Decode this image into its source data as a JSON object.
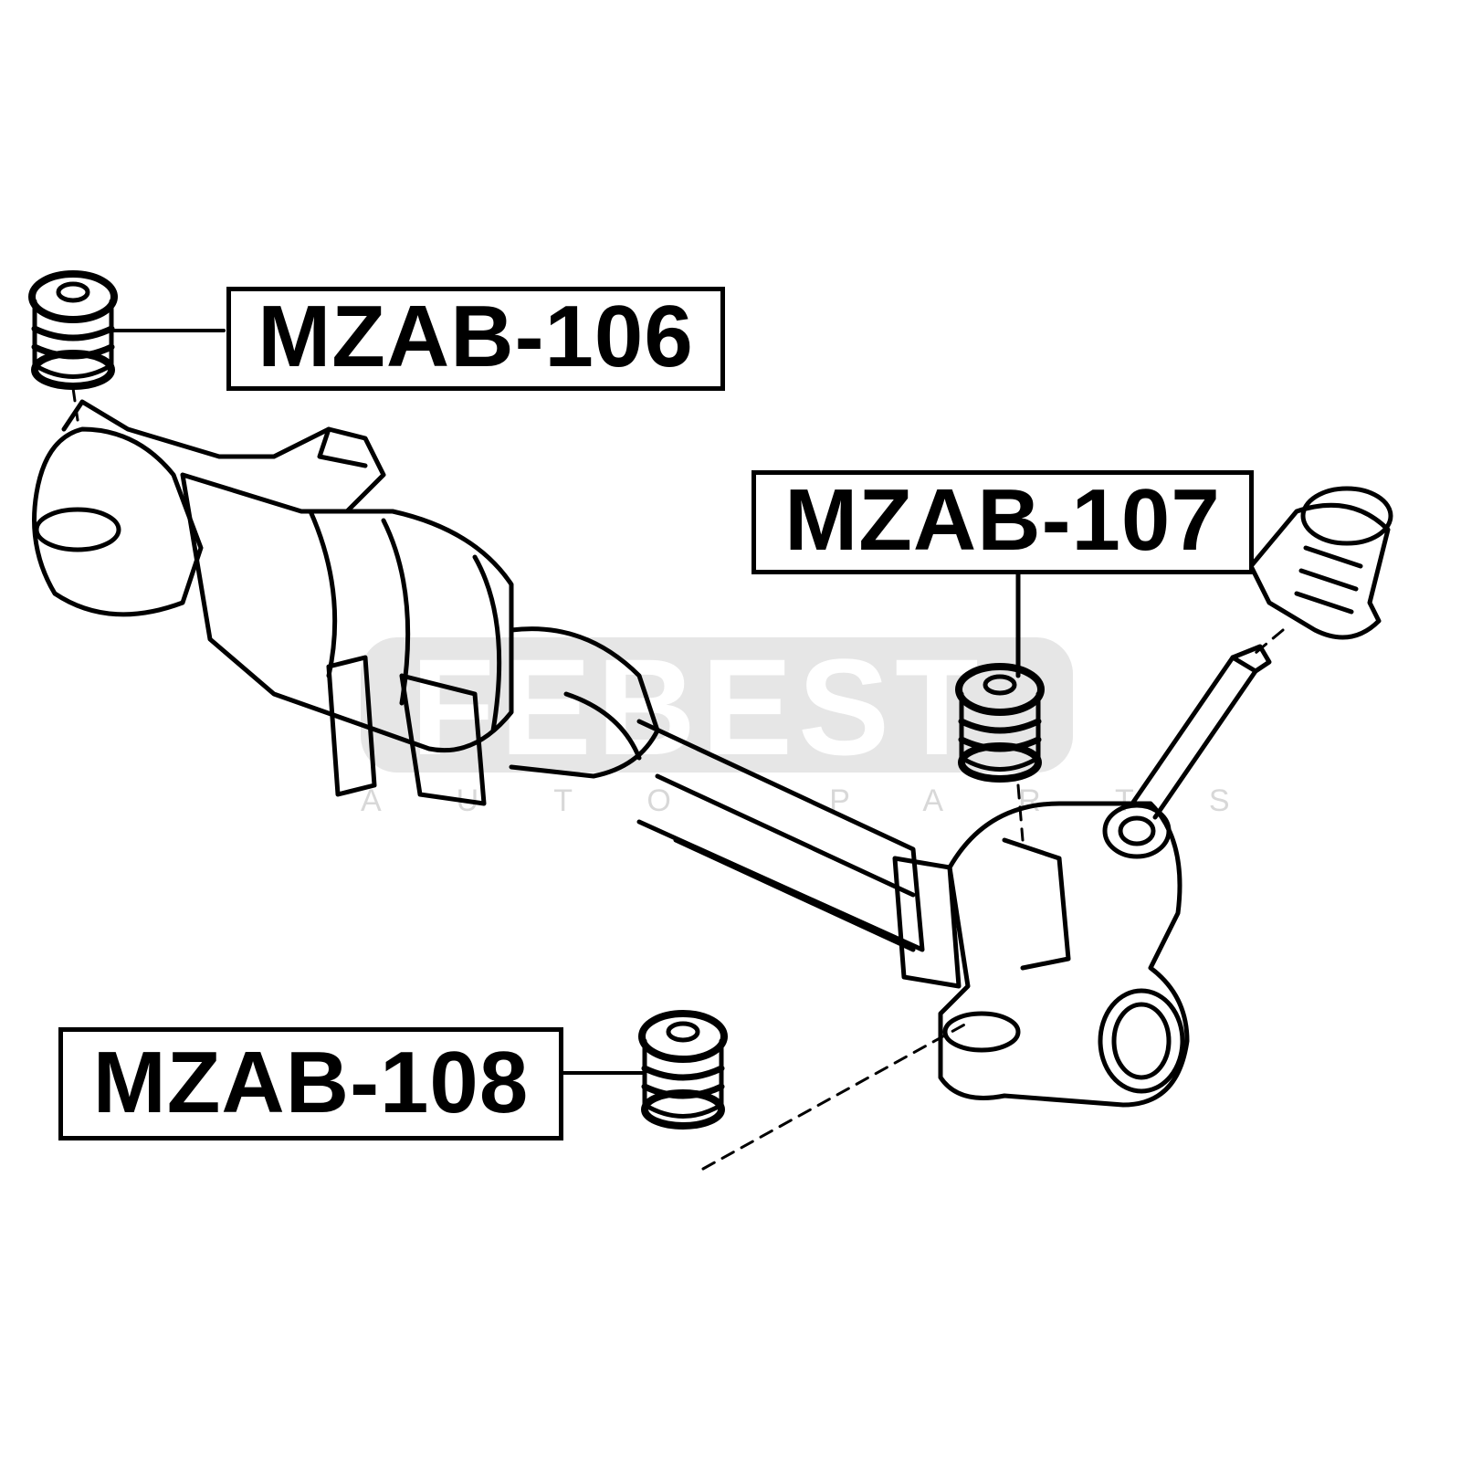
{
  "diagram": {
    "title": "Steering rack mounting bushings",
    "parts": [
      {
        "id": "106",
        "label": "MZAB-106"
      },
      {
        "id": "107",
        "label": "MZAB-107"
      },
      {
        "id": "108",
        "label": "MZAB-108"
      }
    ],
    "watermark": {
      "brand": "FEBEST",
      "tagline": "AUTO PARTS"
    },
    "colors": {
      "line": "#000000",
      "watermark": "#e2e2e2",
      "background": "#ffffff"
    }
  }
}
